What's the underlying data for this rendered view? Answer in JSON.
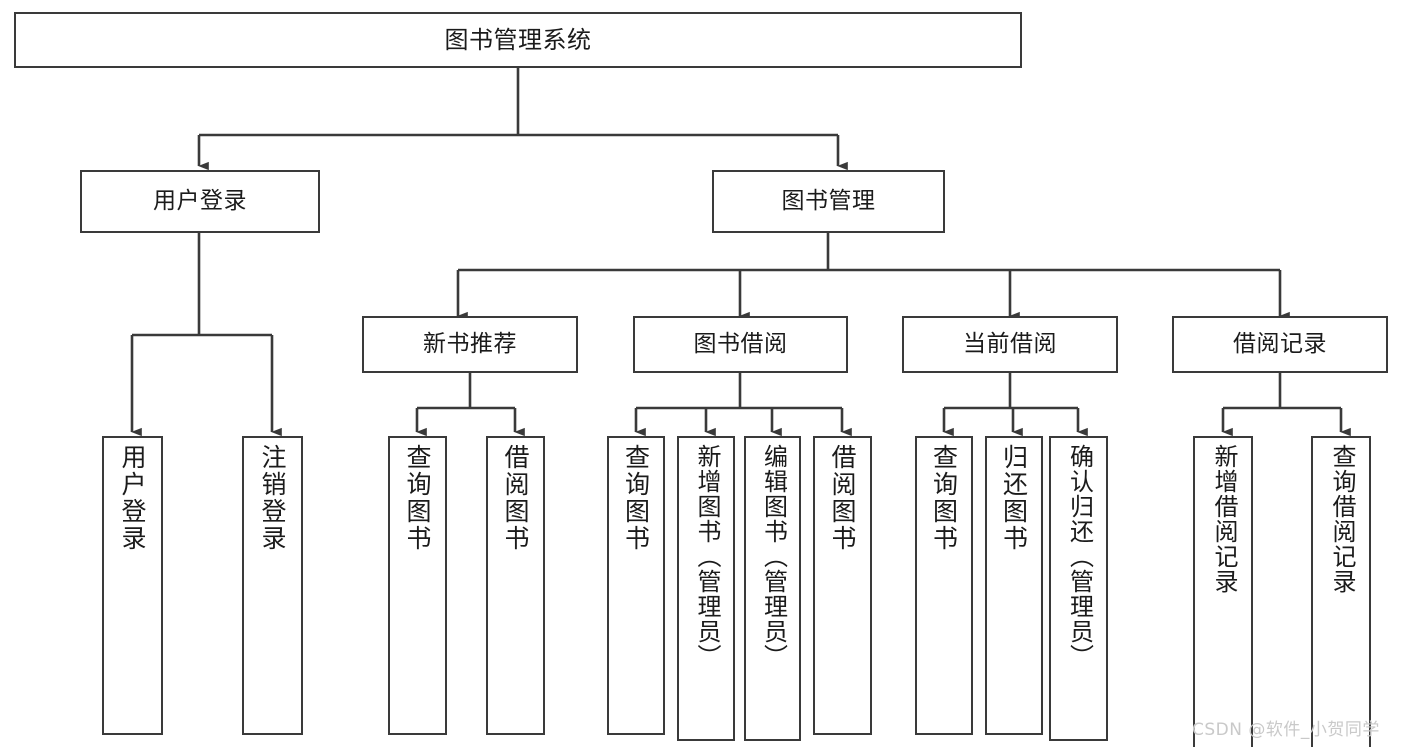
{
  "diagram": {
    "type": "tree",
    "title": "图书管理系统",
    "orientation": "top-down",
    "watermark": "CSDN @软件_小贺同学",
    "colors": {
      "node_border": "#3a3a3a",
      "node_fill": "#ffffff",
      "edge": "#3a3a3a",
      "text": "#1b1b1b",
      "watermark": "#c9c9c9",
      "background": "#ffffff"
    },
    "nodes": {
      "root": {
        "label": "图书管理系统"
      },
      "level2": [
        {
          "id": "user-login",
          "label": "用户登录"
        },
        {
          "id": "book-manage",
          "label": "图书管理"
        }
      ],
      "level3": [
        {
          "id": "new-book-recommend",
          "label": "新书推荐"
        },
        {
          "id": "book-borrow",
          "label": "图书借阅"
        },
        {
          "id": "current-borrow",
          "label": "当前借阅"
        },
        {
          "id": "borrow-record",
          "label": "借阅记录"
        }
      ],
      "leaves": [
        {
          "id": "leaf-user-login",
          "parent": "user-login",
          "label": "用户登录"
        },
        {
          "id": "leaf-logout-login",
          "parent": "user-login",
          "label": "注销登录"
        },
        {
          "id": "leaf-query-book-1",
          "parent": "new-book-recommend",
          "label": "查询图书"
        },
        {
          "id": "leaf-borrow-book-1",
          "parent": "new-book-recommend",
          "label": "借阅图书"
        },
        {
          "id": "leaf-query-book-2",
          "parent": "book-borrow",
          "label": "查询图书"
        },
        {
          "id": "leaf-add-book",
          "parent": "book-borrow",
          "label": "新增图书（管理员）"
        },
        {
          "id": "leaf-edit-book",
          "parent": "book-borrow",
          "label": "编辑图书（管理员）"
        },
        {
          "id": "leaf-borrow-book-2",
          "parent": "book-borrow",
          "label": "借阅图书"
        },
        {
          "id": "leaf-query-book-3",
          "parent": "current-borrow",
          "label": "查询图书"
        },
        {
          "id": "leaf-return-book",
          "parent": "current-borrow",
          "label": "归还图书"
        },
        {
          "id": "leaf-confirm-return",
          "parent": "current-borrow",
          "label": "确认归还（管理员）"
        },
        {
          "id": "leaf-add-record",
          "parent": "borrow-record",
          "label": "新增借阅记录"
        },
        {
          "id": "leaf-query-record",
          "parent": "borrow-record",
          "label": "查询借阅记录"
        }
      ]
    }
  }
}
